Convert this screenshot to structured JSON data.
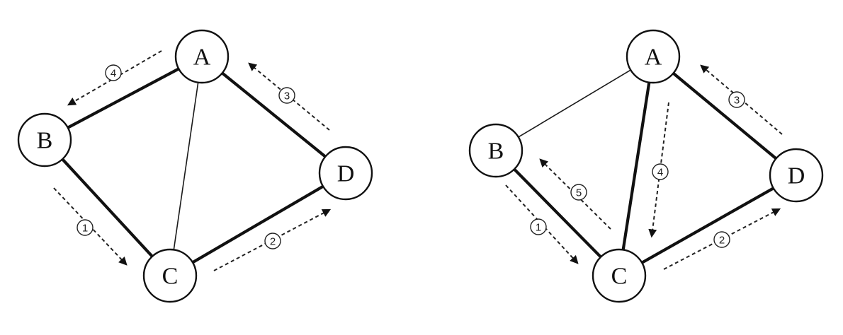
{
  "diagrams": [
    {
      "nodes": [
        {
          "id": "A",
          "label": "A"
        },
        {
          "id": "B",
          "label": "B"
        },
        {
          "id": "C",
          "label": "C"
        },
        {
          "id": "D",
          "label": "D"
        }
      ],
      "edges": [
        {
          "from": "A",
          "to": "B",
          "style": "thick"
        },
        {
          "from": "B",
          "to": "C",
          "style": "thick"
        },
        {
          "from": "C",
          "to": "D",
          "style": "thick"
        },
        {
          "from": "D",
          "to": "A",
          "style": "thick"
        },
        {
          "from": "A",
          "to": "C",
          "style": "thin"
        }
      ],
      "traversal": [
        {
          "step": "1",
          "from": "B",
          "to": "C"
        },
        {
          "step": "2",
          "from": "C",
          "to": "D"
        },
        {
          "step": "3",
          "from": "D",
          "to": "A"
        },
        {
          "step": "4",
          "from": "A",
          "to": "B"
        }
      ]
    },
    {
      "nodes": [
        {
          "id": "A",
          "label": "A"
        },
        {
          "id": "B",
          "label": "B"
        },
        {
          "id": "C",
          "label": "C"
        },
        {
          "id": "D",
          "label": "D"
        }
      ],
      "edges": [
        {
          "from": "A",
          "to": "B",
          "style": "thin"
        },
        {
          "from": "B",
          "to": "C",
          "style": "thick"
        },
        {
          "from": "C",
          "to": "D",
          "style": "thick"
        },
        {
          "from": "D",
          "to": "A",
          "style": "thick"
        },
        {
          "from": "A",
          "to": "C",
          "style": "thick"
        }
      ],
      "traversal": [
        {
          "step": "1",
          "from": "B",
          "to": "C"
        },
        {
          "step": "2",
          "from": "C",
          "to": "D"
        },
        {
          "step": "3",
          "from": "D",
          "to": "A"
        },
        {
          "step": "4",
          "from": "A",
          "to": "C"
        },
        {
          "step": "5",
          "from": "C",
          "to": "B"
        }
      ]
    }
  ]
}
